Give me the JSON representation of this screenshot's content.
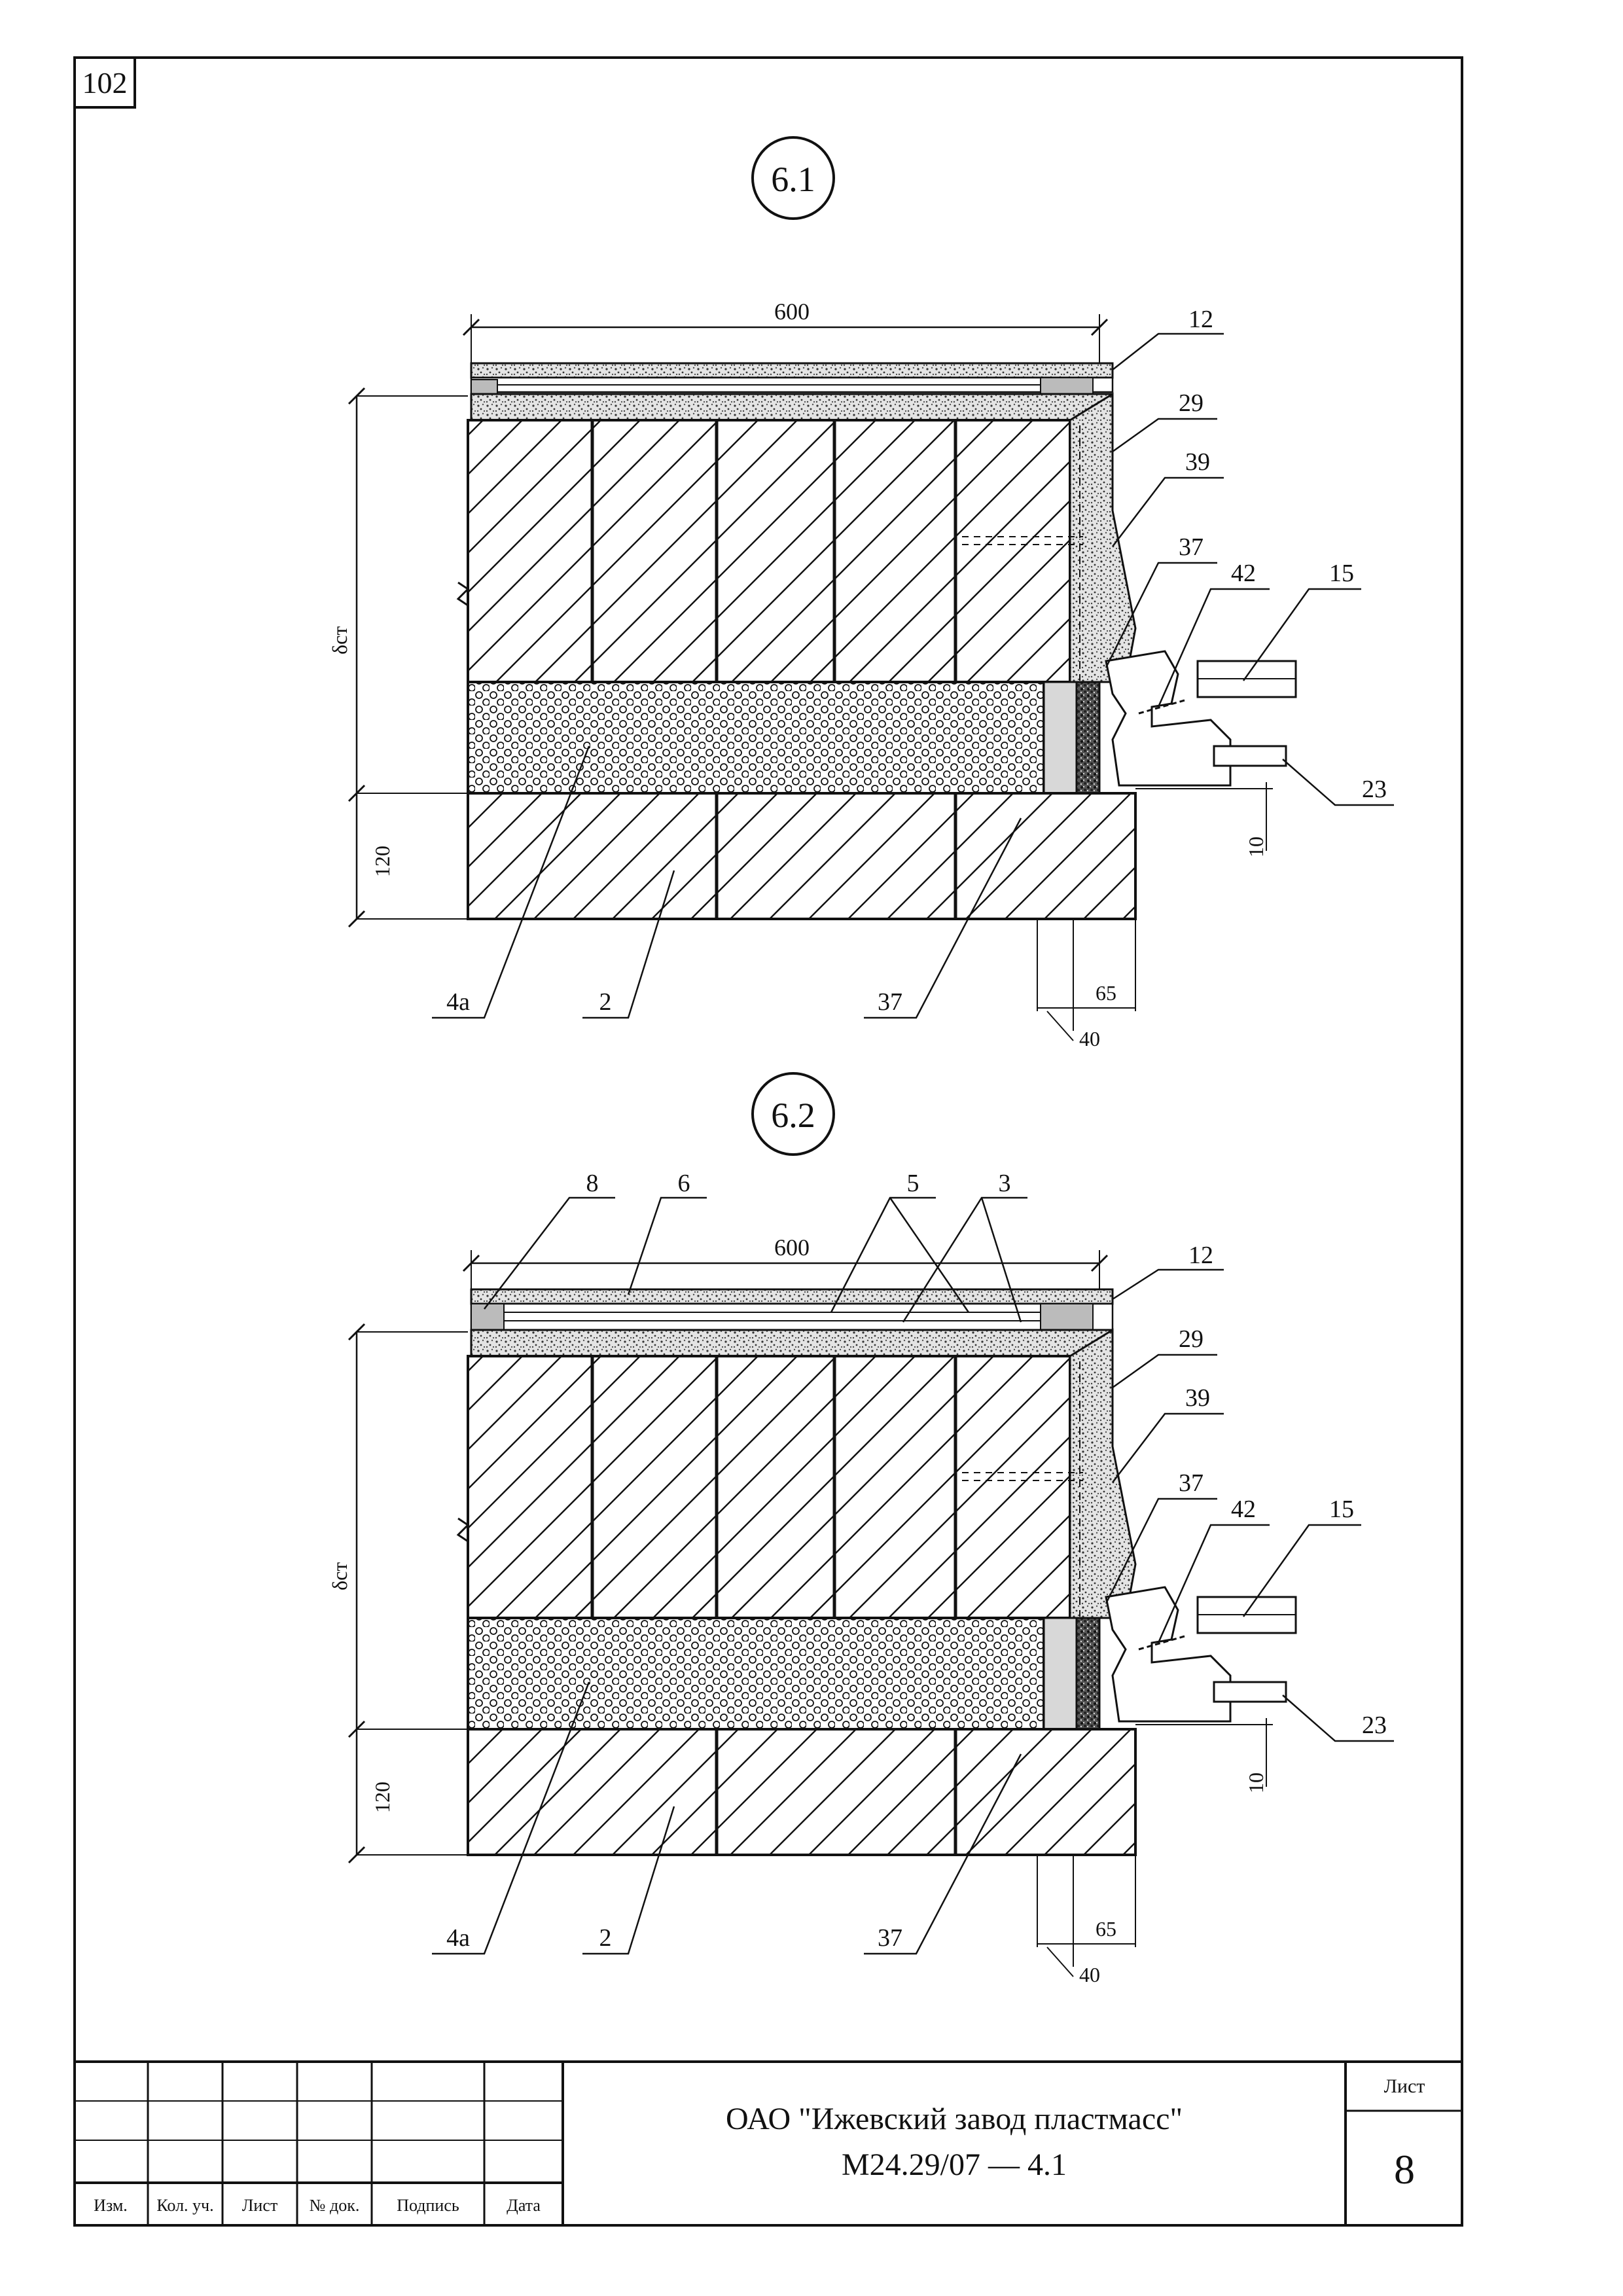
{
  "sheet_number": "102",
  "details": [
    {
      "id": "6.1",
      "width_dim": "600",
      "thickness_label": "δст",
      "dim_120": "120",
      "dim_10": "10",
      "dim_65": "65",
      "dim_40": "40",
      "callouts": {
        "c12": "12",
        "c29": "29",
        "c39": "39",
        "c37a": "37",
        "c42": "42",
        "c15": "15",
        "c23": "23",
        "c4a": "4а",
        "c2": "2",
        "c37b": "37"
      }
    },
    {
      "id": "6.2",
      "width_dim": "600",
      "thickness_label": "δст",
      "dim_120": "120",
      "dim_10": "10",
      "dim_65": "65",
      "dim_40": "40",
      "callouts": {
        "c8": "8",
        "c6": "6",
        "c5": "5",
        "c3": "3",
        "c12": "12",
        "c29": "29",
        "c39": "39",
        "c37a": "37",
        "c42": "42",
        "c15": "15",
        "c23": "23",
        "c4a": "4а",
        "c2": "2",
        "c37b": "37"
      }
    }
  ],
  "title_block": {
    "col_headers": [
      "Изм.",
      "Кол. уч.",
      "Лист",
      "№ док.",
      "Подпись",
      "Дата"
    ],
    "organization": "ОАО \"Ижевский завод пластмасс\"",
    "document_code": "М24.29/07  —  4.1",
    "sheet_label": "Лист",
    "sheet_value": "8"
  }
}
